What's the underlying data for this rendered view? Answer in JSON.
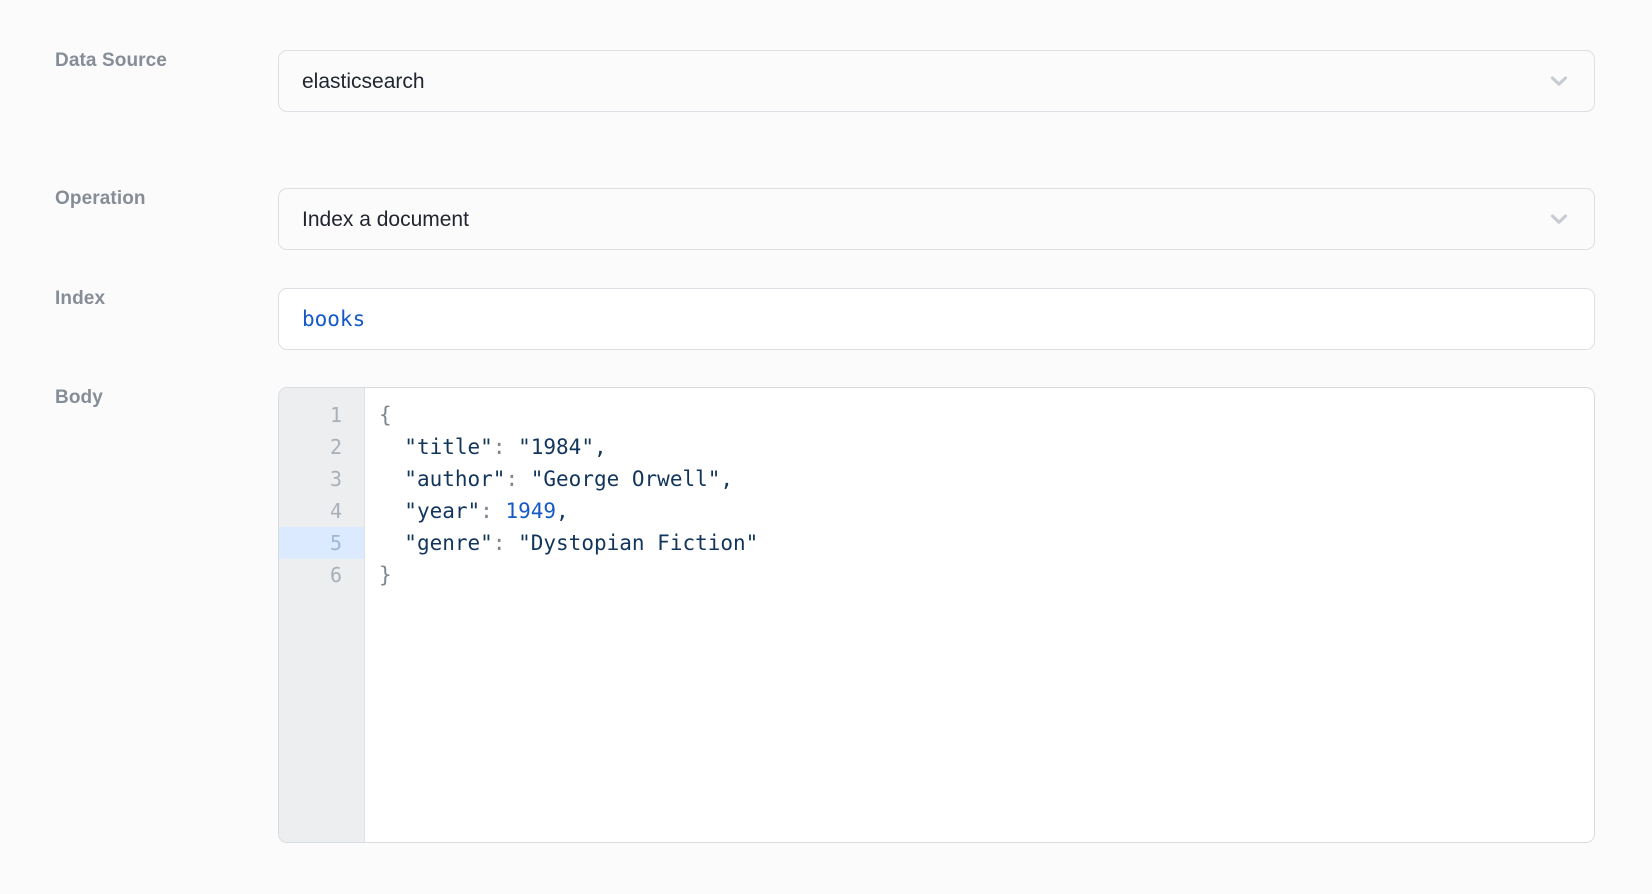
{
  "fields": {
    "data_source": {
      "label": "Data Source",
      "value": "elasticsearch",
      "chevron_icon": "chevron-down-icon"
    },
    "operation": {
      "label": "Operation",
      "value": "Index a document",
      "chevron_icon": "chevron-down-icon"
    },
    "index": {
      "label": "Index",
      "value": "books"
    },
    "body": {
      "label": "Body",
      "active_line": 5,
      "gutter_numbers": [
        "1",
        "2",
        "3",
        "4",
        "5",
        "6"
      ],
      "lines": [
        {
          "indent": "",
          "tokens": [
            {
              "text": "{",
              "type": "punct"
            }
          ]
        },
        {
          "indent": "  ",
          "tokens": [
            {
              "text": "\"title\"",
              "type": "key"
            },
            {
              "text": ": ",
              "type": "punct"
            },
            {
              "text": "\"1984\"",
              "type": "string"
            },
            {
              "text": ",",
              "type": "comma"
            }
          ]
        },
        {
          "indent": "  ",
          "tokens": [
            {
              "text": "\"author\"",
              "type": "key"
            },
            {
              "text": ": ",
              "type": "punct"
            },
            {
              "text": "\"George Orwell\"",
              "type": "string"
            },
            {
              "text": ",",
              "type": "comma"
            }
          ]
        },
        {
          "indent": "  ",
          "tokens": [
            {
              "text": "\"year\"",
              "type": "key"
            },
            {
              "text": ": ",
              "type": "punct"
            },
            {
              "text": "1949",
              "type": "number"
            },
            {
              "text": ",",
              "type": "comma"
            }
          ]
        },
        {
          "indent": "  ",
          "tokens": [
            {
              "text": "\"genre\"",
              "type": "key"
            },
            {
              "text": ": ",
              "type": "punct"
            },
            {
              "text": "\"Dystopian Fiction\"",
              "type": "string"
            }
          ]
        },
        {
          "indent": "",
          "tokens": [
            {
              "text": "}",
              "type": "punct"
            }
          ]
        }
      ],
      "raw_text": "{\n  \"title\": \"1984\",\n  \"author\": \"George Orwell\",\n  \"year\": 1949,\n  \"genre\": \"Dystopian Fiction\"\n}"
    }
  },
  "colors": {
    "page_background": "#fbfbfc",
    "field_border": "#dcdfe4",
    "label_text": "#868d96",
    "value_text": "#21262e",
    "code_text": "#12355b",
    "code_number": "#1459c7",
    "code_punct": "#7d858f",
    "gutter_background": "#eceef0",
    "gutter_text": "#a9b0b8",
    "active_line_highlight": "#dbeafe",
    "input_value_accent": "#1459c7"
  }
}
